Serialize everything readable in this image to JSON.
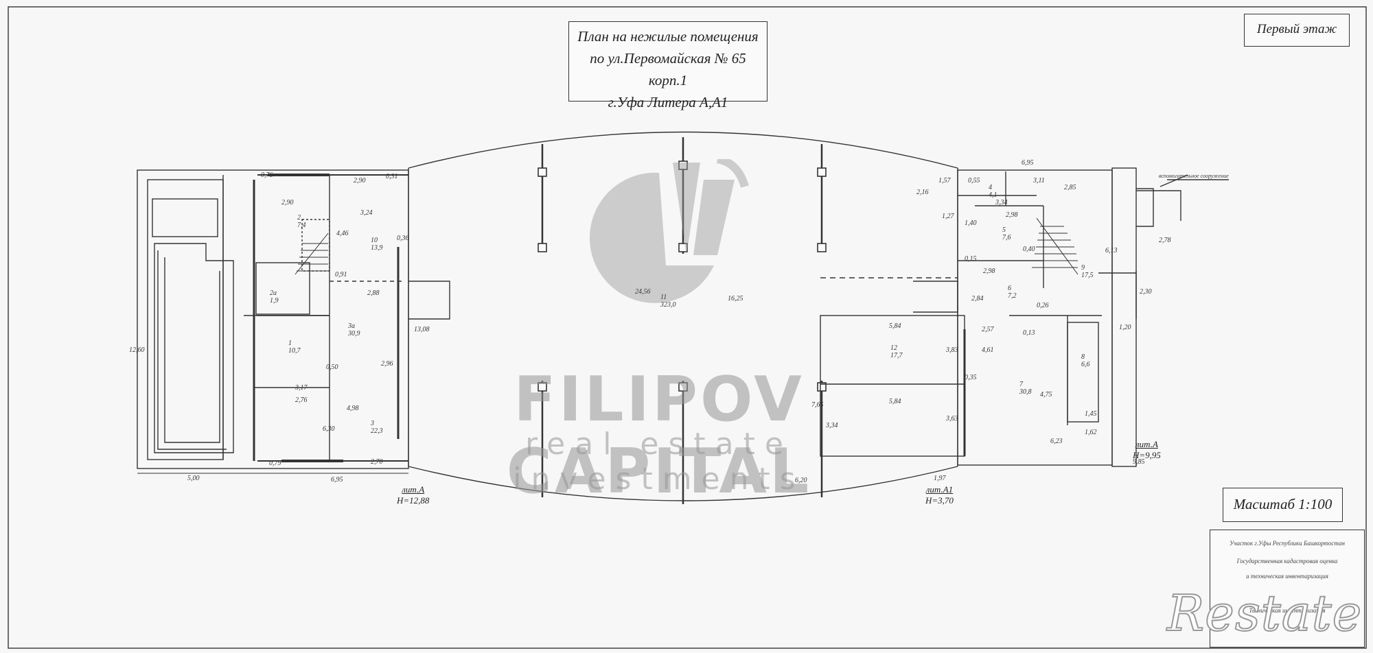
{
  "title": {
    "line1": "План на нежилые помещения",
    "line2": "по ул.Первомайская № 65 корп.1",
    "line3": "г.Уфа Литера А,А1"
  },
  "floor_label": "Первый этаж",
  "scale_label": "Масштаб 1:100",
  "stamp": {
    "line1": "Участок г.Уфы Республики Башкортостан",
    "line2": "Государственная кадастровая оценка",
    "line3": "и техническая инвентаризация",
    "line4": "Техническая инвентаризация"
  },
  "annex_note": "вспомогательное сооружение",
  "literas": [
    {
      "name": "лит.А",
      "height": "H=12,88"
    },
    {
      "name": "лит.А1",
      "height": "H=3,70"
    },
    {
      "name": "лит.А",
      "height": "H=9,95"
    }
  ],
  "rooms": [
    {
      "number": "1",
      "area": "10,7"
    },
    {
      "number": "2",
      "area": "7,4"
    },
    {
      "number": "2а",
      "area": "1,9"
    },
    {
      "number": "3",
      "area": "22,3"
    },
    {
      "number": "3а",
      "area": "30,9"
    },
    {
      "number": "10",
      "area": "13,9"
    },
    {
      "number": "11",
      "area": "323,0"
    },
    {
      "number": "12",
      "area": "17,7"
    },
    {
      "number": "4",
      "area": "4,1"
    },
    {
      "number": "5",
      "area": "7,6"
    },
    {
      "number": "6",
      "area": "7,2"
    },
    {
      "number": "7",
      "area": "30,8"
    },
    {
      "number": "8",
      "area": "6,6"
    },
    {
      "number": "9",
      "area": "17,5"
    }
  ],
  "dimensions": [
    "2,90",
    "2,90",
    "3,24",
    "4,46",
    "2,88",
    "2,96",
    "4,98",
    "6,30",
    "2,70",
    "6,95",
    "5,00",
    "12,60",
    "13,08",
    "24,56",
    "16,25",
    "5,84",
    "5,84",
    "3,83",
    "7,65",
    "3,34",
    "3,63",
    "6,95",
    "2,85",
    "3,11",
    "2,98",
    "2,98",
    "2,84",
    "4,61",
    "6,13",
    "2,57",
    "4,75",
    "1,45",
    "1,62",
    "6,23",
    "1,20",
    "2,30",
    "3,17",
    "2,76",
    "0,79",
    "1,57",
    "0,15",
    "0,40",
    "0,36",
    "0,50",
    "0,35",
    "0,13",
    "0,91",
    "2,16",
    "1,27",
    "1,40",
    "3,34",
    "1,97",
    "6,20",
    "9,85",
    "0,31",
    "0,76",
    "0,55",
    "2,78",
    "0,26"
  ],
  "watermark": {
    "name": "FILIPOV CAPITAL",
    "tagline": "real estate investments",
    "brand": "Restate"
  },
  "colors": {
    "line": "#333333",
    "watermark": "#999999",
    "paper": "#f7f7f7"
  }
}
